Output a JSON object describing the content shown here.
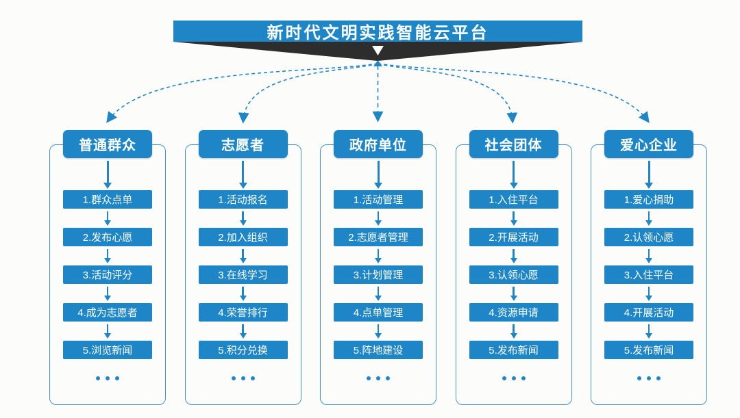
{
  "title": "新时代文明实践智能云平台",
  "colors": {
    "primary_blue": "#1e86c6",
    "frame_border_blue": "#4495cd",
    "dark_banner": "#2d2d2d",
    "background": "#fcfcfa",
    "text_on_blue": "#ffffff"
  },
  "icons": {
    "banner_arrow": "white down-triangle",
    "origin_marker": "blue up-triangle",
    "flow_arrow": "blue down-arrow",
    "more_items": "three blue dots"
  },
  "columns": [
    {
      "title": "普通群众",
      "items": [
        "1.群众点单",
        "2.发布心愿",
        "3.活动评分",
        "4.成为志愿者",
        "5.浏览新闻"
      ]
    },
    {
      "title": "志愿者",
      "items": [
        "1.活动报名",
        "2.加入组织",
        "3.在线学习",
        "4.荣誉排行",
        "5.积分兑换"
      ]
    },
    {
      "title": "政府单位",
      "items": [
        "1.活动管理",
        "2.志愿者管理",
        "3.计划管理",
        "4.点单管理",
        "5.阵地建设"
      ]
    },
    {
      "title": "社会团体",
      "items": [
        "1.入住平台",
        "2.开展活动",
        "3.认领心愿",
        "4.资源申请",
        "5.发布新闻"
      ]
    },
    {
      "title": "爱心企业",
      "items": [
        "1.爱心捐助",
        "2.认领心愿",
        "3.入住平台",
        "4.开展活动",
        "5.发布新闻"
      ]
    }
  ]
}
